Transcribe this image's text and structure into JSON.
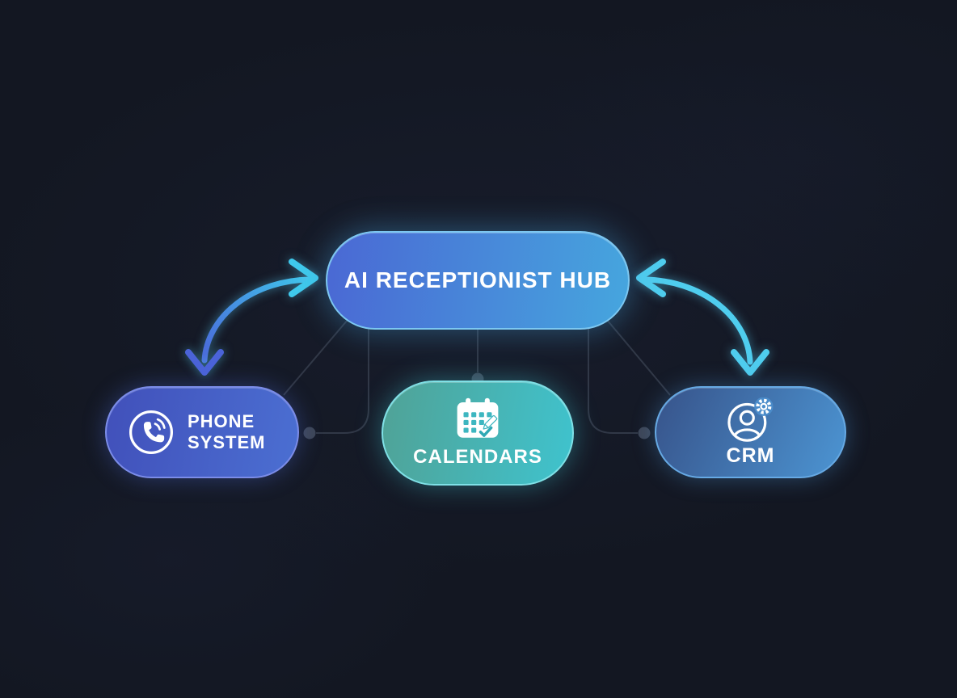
{
  "diagram": {
    "hub": {
      "label": "AI RECEPTIONIST HUB"
    },
    "nodes": {
      "phone": {
        "line1": "PHONE",
        "line2": "SYSTEM",
        "icon": "phone-in-circle-icon"
      },
      "calendars": {
        "label": "CALENDARS",
        "icon": "calendar-pencil-icon"
      },
      "crm": {
        "label": "CRM",
        "icon": "person-gear-icon"
      }
    },
    "arrows": [
      {
        "id": "phone-hub-arrow",
        "type": "curved-double-headed",
        "between": [
          "PHONE SYSTEM",
          "AI RECEPTIONIST HUB"
        ],
        "color_start": "#4b63d8",
        "color_end": "#3fc9ec"
      },
      {
        "id": "hub-crm-arrow",
        "type": "curved-double-headed",
        "between": [
          "AI RECEPTIONIST HUB",
          "CRM"
        ],
        "color": "#4fcdee"
      }
    ],
    "connectors": [
      {
        "from": "hub",
        "to": "phone"
      },
      {
        "from": "hub",
        "to": "calendars"
      },
      {
        "from": "hub",
        "to": "crm"
      }
    ],
    "colors": {
      "background": "#131722",
      "hub_gradient": [
        "#4a68d4",
        "#46a6de"
      ],
      "hub_border": "#7cc7f1",
      "phone_gradient": [
        "#4150ba",
        "#4b6fd2"
      ],
      "phone_border": "#7b8ce8",
      "calendars_gradient": [
        "#50a296",
        "#3fc3ce"
      ],
      "calendars_border": "#7fe0e6",
      "crm_gradient": [
        "#37538a",
        "#4c95d3"
      ],
      "crm_border": "#66a9e4",
      "connector_line": "#313847",
      "connector_dot": "#3d4556",
      "text": "#ffffff"
    }
  }
}
